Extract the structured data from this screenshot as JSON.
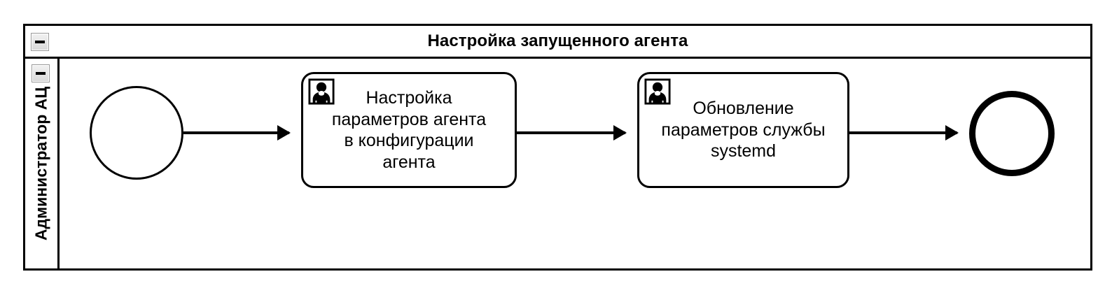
{
  "pool": {
    "title": "Настройка запущенного агента",
    "collapse_icon": "minus-collapse-icon"
  },
  "lane": {
    "label": "Администратор АЦ",
    "collapse_icon": "minus-collapse-icon"
  },
  "diagram": {
    "type": "bpmn-process",
    "nodes": [
      {
        "id": "start",
        "type": "start-event",
        "label": ""
      },
      {
        "id": "task-1",
        "type": "user-task",
        "label": "Настройка\nпараметров агента\nв конфигурации\nагента",
        "icon": "user-task-icon"
      },
      {
        "id": "task-2",
        "type": "user-task",
        "label": "Обновление\nпараметров службы\nsystemd",
        "icon": "user-task-icon"
      },
      {
        "id": "end",
        "type": "end-event",
        "label": ""
      }
    ],
    "flows": [
      {
        "id": "flow-1",
        "from": "start",
        "to": "task-1",
        "label": ""
      },
      {
        "id": "flow-2",
        "from": "task-1",
        "to": "task-2",
        "label": ""
      },
      {
        "id": "flow-3",
        "from": "task-2",
        "to": "end",
        "label": ""
      }
    ]
  },
  "colors": {
    "stroke": "#000000",
    "fill": "#ffffff",
    "collapse_button": "#d8d8d8"
  }
}
